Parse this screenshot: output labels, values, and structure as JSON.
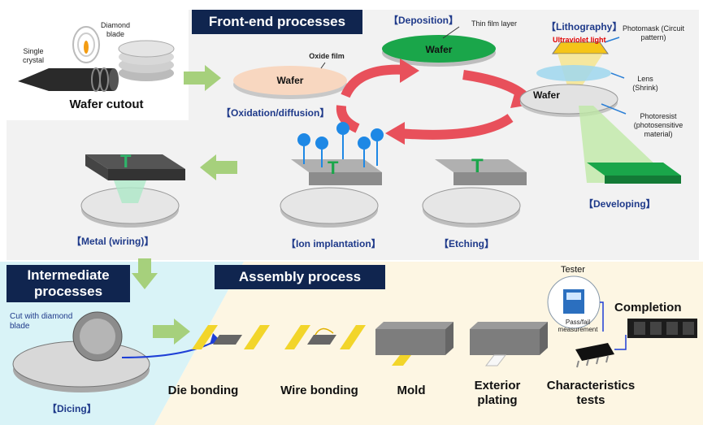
{
  "headers": {
    "front_end": "Front-end processes",
    "intermediate": "Intermediate processes",
    "assembly": "Assembly process"
  },
  "wafer_cutout": {
    "diamond_blade": "Diamond blade",
    "single_crystal": "Single crystal",
    "title": "Wafer cutout"
  },
  "oxidation": {
    "oxide_film": "Oxide film",
    "wafer": "Wafer",
    "title": "【Oxidation/diffusion】"
  },
  "deposition": {
    "title": "【Deposition】",
    "thin_film": "Thin film layer",
    "wafer": "Wafer"
  },
  "lithography": {
    "title": "【Lithography】",
    "ultraviolet": "Ultraviolet light",
    "photomask": "Photomask (Circuit pattern)",
    "lens": "Lens (Shrink)",
    "wafer": "Wafer",
    "photoresist": "Photoresist (photosensitive material)"
  },
  "developing": {
    "title": "【Developing】"
  },
  "etching": {
    "title": "【Etching】"
  },
  "ion_implantation": {
    "title": "【Ion implantation】"
  },
  "metal": {
    "title": "【Metal (wiring)】"
  },
  "dicing": {
    "cut_note": "Cut with diamond blade",
    "title": "【Dicing】"
  },
  "assembly": {
    "die_bonding": "Die bonding",
    "wire_bonding": "Wire bonding",
    "mold": "Mold",
    "exterior_plating": "Exterior plating",
    "tester": "Tester",
    "pass_fail": "Pass/fail measurement",
    "characteristics_tests": "Characteristics tests",
    "completion": "Completion"
  },
  "colors": {
    "header_navy": "#10254f",
    "label_blue": "#1f3a8a",
    "arrow_green": "#a6d07c",
    "arrow_red": "#e8505b",
    "film_green": "#1aa64a",
    "lead_yellow": "#f2d52a",
    "front_band": "#f2f2f2",
    "intermediate_band": "#d9f3f7",
    "assembly_band": "#fdf6e3"
  }
}
